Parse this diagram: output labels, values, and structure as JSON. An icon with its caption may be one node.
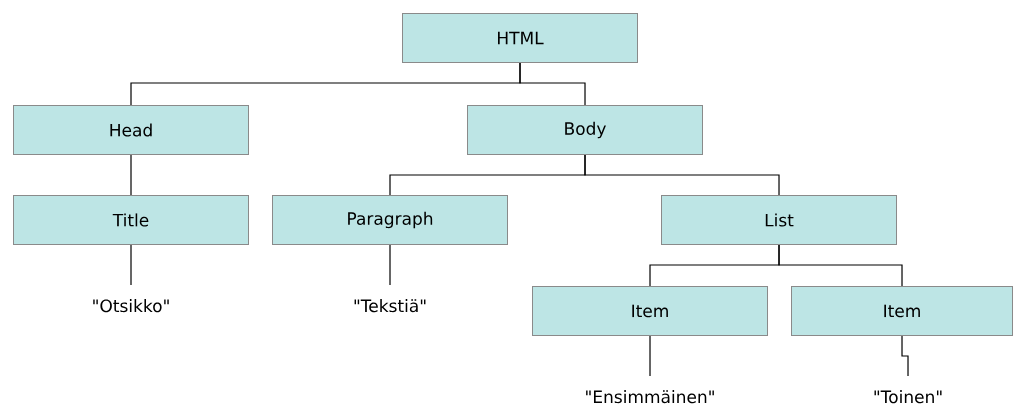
{
  "diagram": {
    "nodes": [
      {
        "text": [
          "HTML"
        ]
      },
      {
        "text": [
          "Head"
        ]
      },
      {
        "text": [
          "Body"
        ]
      },
      {
        "text": [
          "Title"
        ]
      },
      {
        "text": [
          "Paragraph"
        ]
      },
      {
        "text": [
          "List"
        ]
      },
      {
        "text": [
          "Item"
        ]
      },
      {
        "text": [
          "Item"
        ]
      },
      {
        "text": [
          "\"Otsikko\""
        ]
      },
      {
        "text": [
          "\"Tekstiä\""
        ]
      },
      {
        "text": [
          "\"Ensimmäinen\""
        ]
      },
      {
        "text": [
          "\"Toinen\""
        ]
      }
    ],
    "edges": [
      {
        "from": 0,
        "to": 1,
        "arrow": "none"
      },
      {
        "from": 0,
        "to": 2,
        "arrow": "none"
      },
      {
        "from": 1,
        "to": 3,
        "arrow": "none"
      },
      {
        "from": 2,
        "to": 4,
        "arrow": "none"
      },
      {
        "from": 2,
        "to": 5,
        "arrow": "none"
      },
      {
        "from": 3,
        "to": 8,
        "arrow": "none"
      },
      {
        "from": 4,
        "to": 9,
        "arrow": "none"
      },
      {
        "from": 5,
        "to": 6,
        "arrow": "none"
      },
      {
        "from": 5,
        "to": 7,
        "arrow": "none"
      },
      {
        "from": 6,
        "to": 10,
        "arrow": "none"
      },
      {
        "from": 7,
        "to": 11,
        "arrow": "none"
      }
    ]
  }
}
